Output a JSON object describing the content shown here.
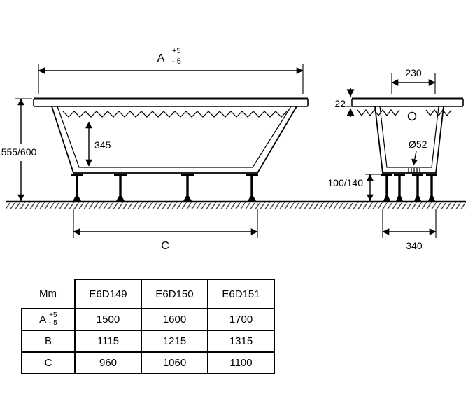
{
  "drawing": {
    "side": {
      "dim_a": {
        "label": "A",
        "tol_plus": "+5",
        "tol_minus": "- 5"
      },
      "height": "555/600",
      "depth": "345",
      "dim_c": "C"
    },
    "end": {
      "top_width": "230",
      "rim_thickness": "22",
      "drain_diameter": "Ø52",
      "leg_height": "100/140",
      "base_width": "340"
    }
  },
  "table": {
    "unit": "Mm",
    "columns": [
      "E6D149",
      "E6D150",
      "E6D151"
    ],
    "rows": [
      {
        "label": "A",
        "tol_plus": "+5",
        "tol_minus": "- 5",
        "values": [
          "1500",
          "1600",
          "1700"
        ]
      },
      {
        "label": "B",
        "values": [
          "1115",
          "1215",
          "1315"
        ]
      },
      {
        "label": "C",
        "values": [
          "960",
          "1060",
          "1100"
        ]
      }
    ]
  }
}
